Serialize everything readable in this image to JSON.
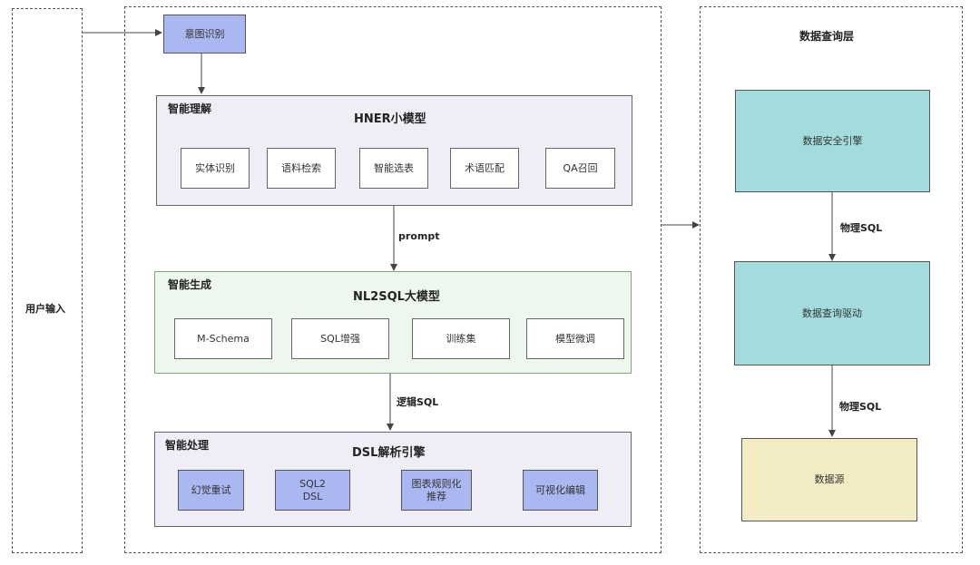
{
  "user_input": {
    "label": "用户输入"
  },
  "intent": {
    "label": "意图识别"
  },
  "understanding": {
    "section": "智能理解",
    "title": "HNER小模型",
    "items": [
      "实体识别",
      "语料检索",
      "智能选表",
      "术语匹配",
      "QA召回"
    ]
  },
  "edge_prompt": "prompt",
  "generation": {
    "section": "智能生成",
    "title": "NL2SQL大模型",
    "items": [
      "M-Schema",
      "SQL增强",
      "训练集",
      "模型微调"
    ]
  },
  "edge_logic_sql": "逻辑SQL",
  "processing": {
    "section": "智能处理",
    "title": "DSL解析引擎",
    "items": [
      "幻觉重试",
      "SQL2\nDSL",
      "图表规则化\n推荐",
      "可视化编辑"
    ]
  },
  "data_layer": {
    "title": "数据查询层",
    "security_engine": "数据安全引擎",
    "edge_1": "物理SQL",
    "query_driver": "数据查询驱动",
    "edge_2": "物理SQL",
    "datasource": "数据源"
  },
  "colors": {
    "understanding_bg": "#efedf5",
    "generation_bg": "#eef7ee",
    "generation_border": "#7ea87e",
    "processing_bg": "#efedf5",
    "blue_box": "#aab7f0",
    "teal_box": "#a4dcdd",
    "yellow_box": "#f3ebc4"
  }
}
